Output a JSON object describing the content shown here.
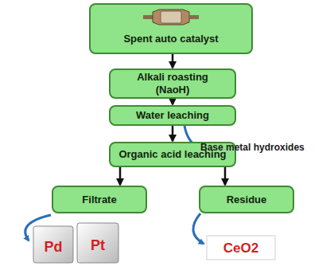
{
  "diagram": {
    "nodes": [
      {
        "text": [
          "Spent auto catalyst"
        ]
      },
      {
        "text": [
          "Alkali roasting (NaoH)"
        ]
      },
      {
        "text": [
          "Water leaching"
        ]
      },
      {
        "text": [
          "Organic acid leaching"
        ]
      },
      {
        "text": [
          "Filtrate"
        ]
      },
      {
        "text": [
          "Residue"
        ]
      }
    ],
    "edges": [
      {
        "from": 0,
        "to": 1,
        "arrow": "to"
      },
      {
        "from": 1,
        "to": 2,
        "arrow": "to"
      },
      {
        "from": 2,
        "to": 3,
        "arrow": "to"
      },
      {
        "from": 3,
        "to": 4,
        "arrow": "to"
      },
      {
        "from": 3,
        "to": 5,
        "arrow": "to"
      }
    ],
    "labels": [
      "Base metal hydroxides",
      "Pd",
      "Pt",
      "CeO2"
    ]
  }
}
